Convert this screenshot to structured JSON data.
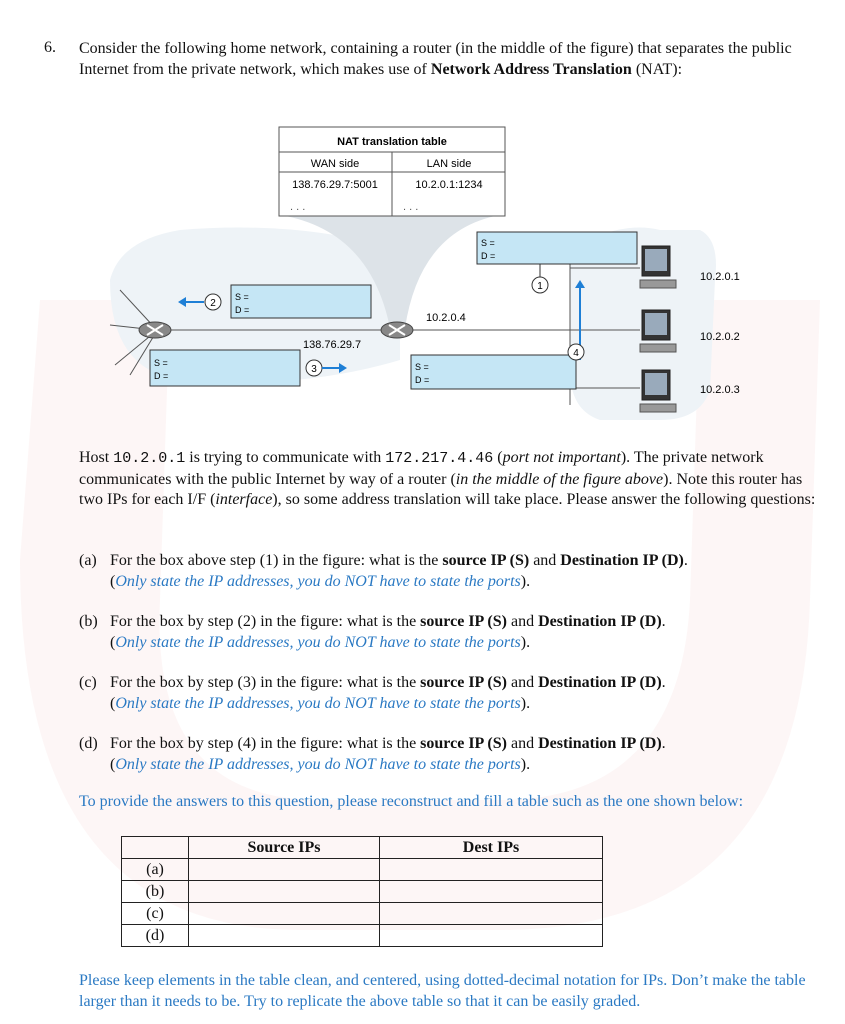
{
  "question": {
    "number": "6.",
    "intro_before": "Consider the following home network, containing a router (in the middle of the figure) that separates the public Internet from the private network, which makes use of ",
    "intro_bold": "Network Address Translation",
    "intro_after": " (NAT):"
  },
  "figure": {
    "nat_table_title": "NAT translation table",
    "wan_header": "WAN side",
    "lan_header": "LAN side",
    "wan_value": "138.76.29.7:5001",
    "lan_value": "10.2.0.1:1234",
    "ellipsis": ". . .",
    "router_lan_ip": "10.2.0.4",
    "router_wan_ip": "138.76.29.7",
    "host1_ip": "10.2.0.1",
    "host2_ip": "10.2.0.2",
    "host3_ip": "10.2.0.3",
    "s_label": "S =",
    "d_label": "D =",
    "step1": "1",
    "step2": "2",
    "step3": "3",
    "step4": "4"
  },
  "paragraph": {
    "host_prefix": "Host ",
    "host_ip": "10.2.0.1",
    "mid1": " is trying to communicate with ",
    "dest_ip": "172.217.4.46",
    "paren_open": " (",
    "port_note": "port not important",
    "rest1": ").  The private network communicates with the public Internet by way of a router (",
    "router_note": "in the middle of the figure above",
    "rest2": "). Note this router has two IPs for each I/F (",
    "interface_note": "interface",
    "rest3": "), so some address translation will take place. Please answer the following questions:"
  },
  "subquestions": [
    {
      "label": "(a)",
      "text_before": "For the box above step (1) in the figure: what is the ",
      "bold1": "source IP (S)",
      "and": " and ",
      "bold2": "Destination IP (D)",
      "end": ".",
      "note": "Only state the IP addresses, you do NOT have to state the ports"
    },
    {
      "label": "(b)",
      "text_before": "For the box by step (2) in the figure: what is the ",
      "bold1": "source IP (S)",
      "and": " and ",
      "bold2": "Destination IP (D)",
      "end": ".",
      "note": "Only state the IP addresses, you do NOT have to state the ports"
    },
    {
      "label": "(c)",
      "text_before": "For the box by step (3) in the figure: what is the ",
      "bold1": "source IP (S)",
      "and": " and ",
      "bold2": "Destination IP (D)",
      "end": ".",
      "note": "Only state the IP addresses, you do NOT have to state the ports"
    },
    {
      "label": "(d)",
      "text_before": "For the box by step (4) in the figure: what is the ",
      "bold1": "source IP (S)",
      "and": " and ",
      "bold2": "Destination IP (D)",
      "end": ".",
      "note": "Only state the IP addresses, you do NOT have to state the ports"
    }
  ],
  "provide_text": "To provide the answers to this question, please reconstruct and fill a table such as the one shown below:",
  "answer_table": {
    "col1": "Source IPs",
    "col2": "Dest IPs",
    "rows": [
      "(a)",
      "(b)",
      "(c)",
      "(d)"
    ]
  },
  "footer": "Please keep elements in the table clean, and centered, using dotted-decimal notation for IPs.  Don’t make the table larger than it needs to be.  Try to replicate the above table so that it can be easily graded.",
  "colors": {
    "accent_blue": "#2a79c3",
    "box_fill": "#c5e6f5",
    "cloud_fill": "#eef3f7"
  }
}
